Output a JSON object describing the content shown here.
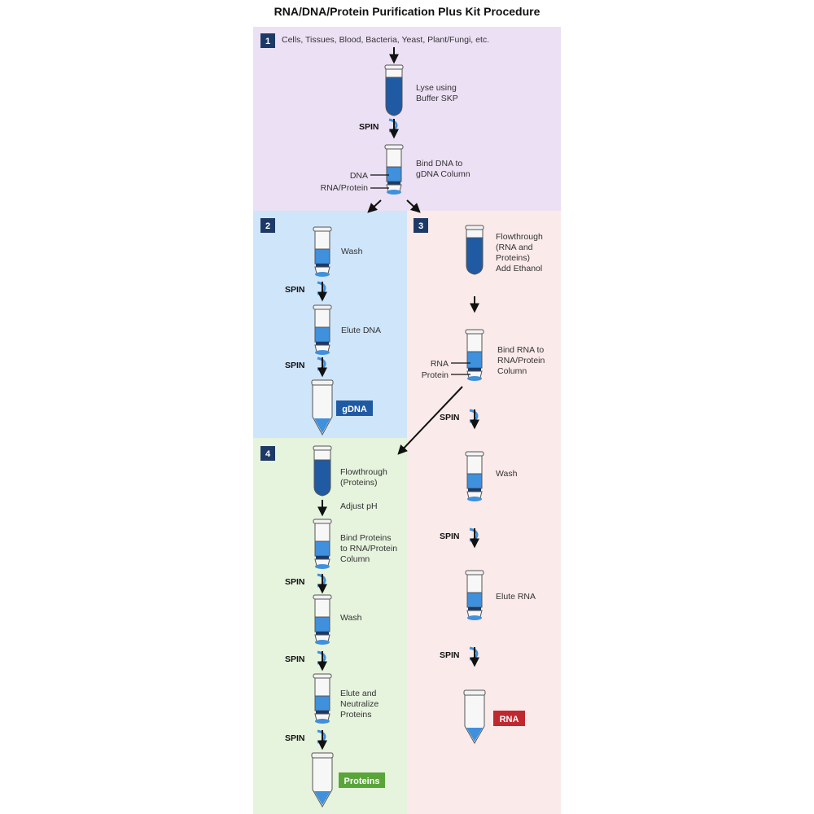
{
  "title": "RNA/DNA/Protein Purification Plus Kit Procedure",
  "colors": {
    "panel1": "#ece0f4",
    "panel2": "#cfe5fa",
    "panel3": "#fbeaea",
    "panel4": "#e6f3dd",
    "badge": "#1d3a66",
    "dark_liquid": "#1f5aa3",
    "light_liquid": "#3f90dd",
    "gdna_pill": "#1f5aa3",
    "rna_pill": "#c0282f",
    "proteins_pill": "#5aa53a"
  },
  "panels": {
    "p1": {
      "number": "1",
      "sample": "Cells, Tissues, Blood, Bacteria, Yeast, Plant/Fungi, etc.",
      "lyse_line1": "Lyse using",
      "lyse_line2": "Buffer SKP",
      "bind_line1": "Bind DNA to",
      "bind_line2": "gDNA Column",
      "dna_label": "DNA",
      "rnaprot_label": "RNA/Protein"
    },
    "p2": {
      "number": "2",
      "wash": "Wash",
      "elute": "Elute DNA",
      "product": "gDNA"
    },
    "p3": {
      "number": "3",
      "flow_line1": "Flowthrough",
      "flow_line2": "(RNA and",
      "flow_line3": "Proteins)",
      "flow_line4": "Add Ethanol",
      "bind_line1": "Bind RNA to",
      "bind_line2": "RNA/Protein",
      "bind_line3": "Column",
      "rna_label": "RNA",
      "protein_label": "Protein",
      "wash": "Wash",
      "elute": "Elute RNA",
      "product": "RNA"
    },
    "p4": {
      "number": "4",
      "flow_line1": "Flowthrough",
      "flow_line2": "(Proteins)",
      "adjust": "Adjust pH",
      "bind_line1": "Bind Proteins",
      "bind_line2": "to RNA/Protein",
      "bind_line3": "Column",
      "wash": "Wash",
      "elute_line1": "Elute and",
      "elute_line2": "Neutralize",
      "elute_line3": "Proteins",
      "product": "Proteins"
    }
  },
  "spin_label": "SPIN"
}
